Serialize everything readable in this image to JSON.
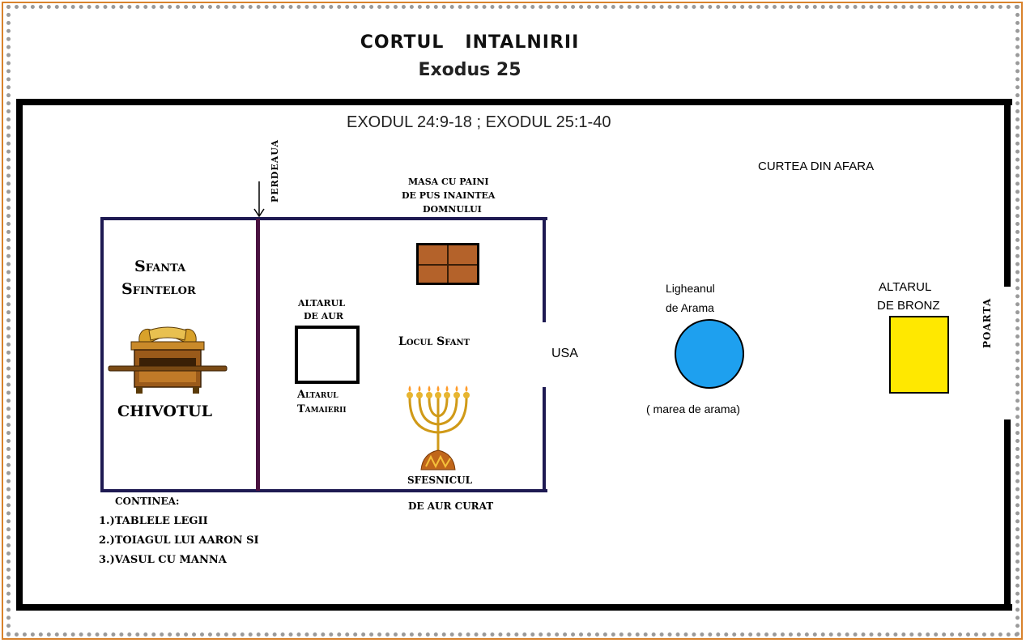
{
  "title": "CORTUL   INTALNIRII",
  "subtitle": "Exodus 25",
  "reference": "EXODUL 24:9-18 ; EXODUL 25:1-40",
  "courtyard_label": "CURTEA DIN AFARA",
  "veil_label": "PERDEAUA",
  "gate_label": "POARTA",
  "door_label": "USA",
  "holy_of_holies": {
    "line1": "Sfanta",
    "line2": "Sfintelor"
  },
  "ark_label": "CHIVOTUL",
  "contents": {
    "header": "CONTINEA:",
    "items": [
      "1.)TABLELE LEGII",
      "2.)TOIAGUL LUI AARON SI",
      "3.)VASUL CU MANNA"
    ]
  },
  "holy_place_label": "Locul Sfant",
  "incense_altar": {
    "top_line1": "ALTARUL",
    "top_line2": "DE AUR",
    "bottom_line1": "Altarul",
    "bottom_line2": "Tamaierii"
  },
  "showbread_table": {
    "line1": "MASA CU PAINI",
    "line2": "DE PUS INAINTEA",
    "line3": "DOMNULUI"
  },
  "lampstand": {
    "line1": "SFESNICUL",
    "line2": "DE AUR CURAT"
  },
  "laver": {
    "line1": "Ligheanul",
    "line2": "de Arama",
    "note": "( marea de arama)"
  },
  "bronze_altar": {
    "line1": "ALTARUL",
    "line2": "DE BRONZ"
  },
  "colors": {
    "frame": "#d9822b",
    "tent_border": "#1e1a52",
    "veil": "#4a1240",
    "table": "#b4622a",
    "laver": "#1ea0ef",
    "bronze_altar": "#ffe800",
    "gold": "#e2a51c"
  }
}
